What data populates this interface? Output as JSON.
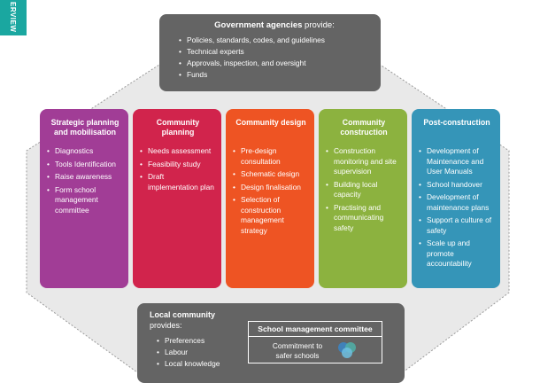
{
  "side_tab": {
    "label": "ERVIEW",
    "color": "#1aa7a0"
  },
  "government": {
    "title_bold": "Government agencies",
    "title_rest": " provide:",
    "items": [
      "Policies, standards, codes, and guidelines",
      "Technical experts",
      "Approvals, inspection, and oversight",
      "Funds"
    ]
  },
  "stages": [
    {
      "title": "Strategic planning and mobilisation",
      "color": "#a13d96",
      "items": [
        "Diagnostics",
        "Tools Identification",
        "Raise awareness",
        "Form school management committee"
      ]
    },
    {
      "title": "Community planning",
      "color": "#d1244c",
      "items": [
        "Needs assessment",
        "Feasibility study",
        "Draft implementation plan"
      ]
    },
    {
      "title": "Community design",
      "color": "#ee5423",
      "items": [
        "Pre-design consultation",
        "Schematic design",
        "Design finalisation",
        "Selection of construction management strategy"
      ]
    },
    {
      "title": "Community construction",
      "color": "#8cb23f",
      "items": [
        "Construction monitoring and site supervision",
        "Building local capacity",
        "Practising and communicating safety"
      ]
    },
    {
      "title": "Post-construction",
      "color": "#3595b8",
      "items": [
        "Development of Maintenance and User Manuals",
        "School handover",
        "Development of maintenance plans",
        "Support a culture of safety",
        "Scale up and promote accountability"
      ]
    }
  ],
  "local": {
    "title_bold": "Local community",
    "title_rest": "provides:",
    "items": [
      "Preferences",
      "Labour",
      "Local knowledge"
    ]
  },
  "committee": {
    "title": "School management committee",
    "text": "Commitment to safer schools"
  }
}
